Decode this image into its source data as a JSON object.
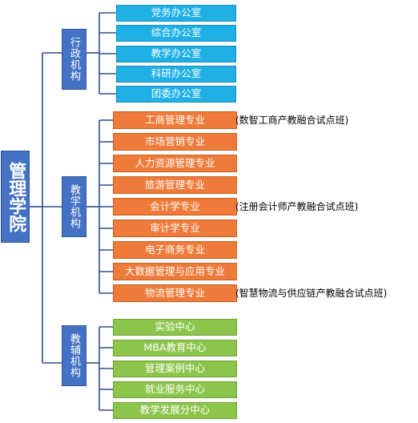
{
  "root": {
    "label": "管理学院"
  },
  "groups": [
    {
      "label": "行政机构",
      "items": [
        "党务办公室",
        "综合办公室",
        "教学办公室",
        "科研办公室",
        "团委办公室"
      ],
      "color": "#1fb0e6"
    },
    {
      "label": "教学机构",
      "items": [
        "工商管理专业",
        "市场营销专业",
        "人力资源管理专业",
        "旅游管理专业",
        "会计学专业",
        "审计学专业",
        "电子商务专业",
        "大数据管理与应用专业",
        "物流管理专业"
      ],
      "color": "#ee7b3a"
    },
    {
      "label": "教辅机构",
      "items": [
        "实验中心",
        "MBA教育中心",
        "管理案例中心",
        "就业服务中心",
        "教学发展分中心"
      ],
      "color": "#8cc54b"
    }
  ],
  "notes": [
    "(数智工商产教融合试点班)",
    "(注册会计师产教融合试点班)",
    "(智慧物流与供应链产教融合试点班)"
  ],
  "colors": {
    "root": "#4472c4",
    "group": "#4472c4",
    "connector": "#2f4f8a"
  }
}
